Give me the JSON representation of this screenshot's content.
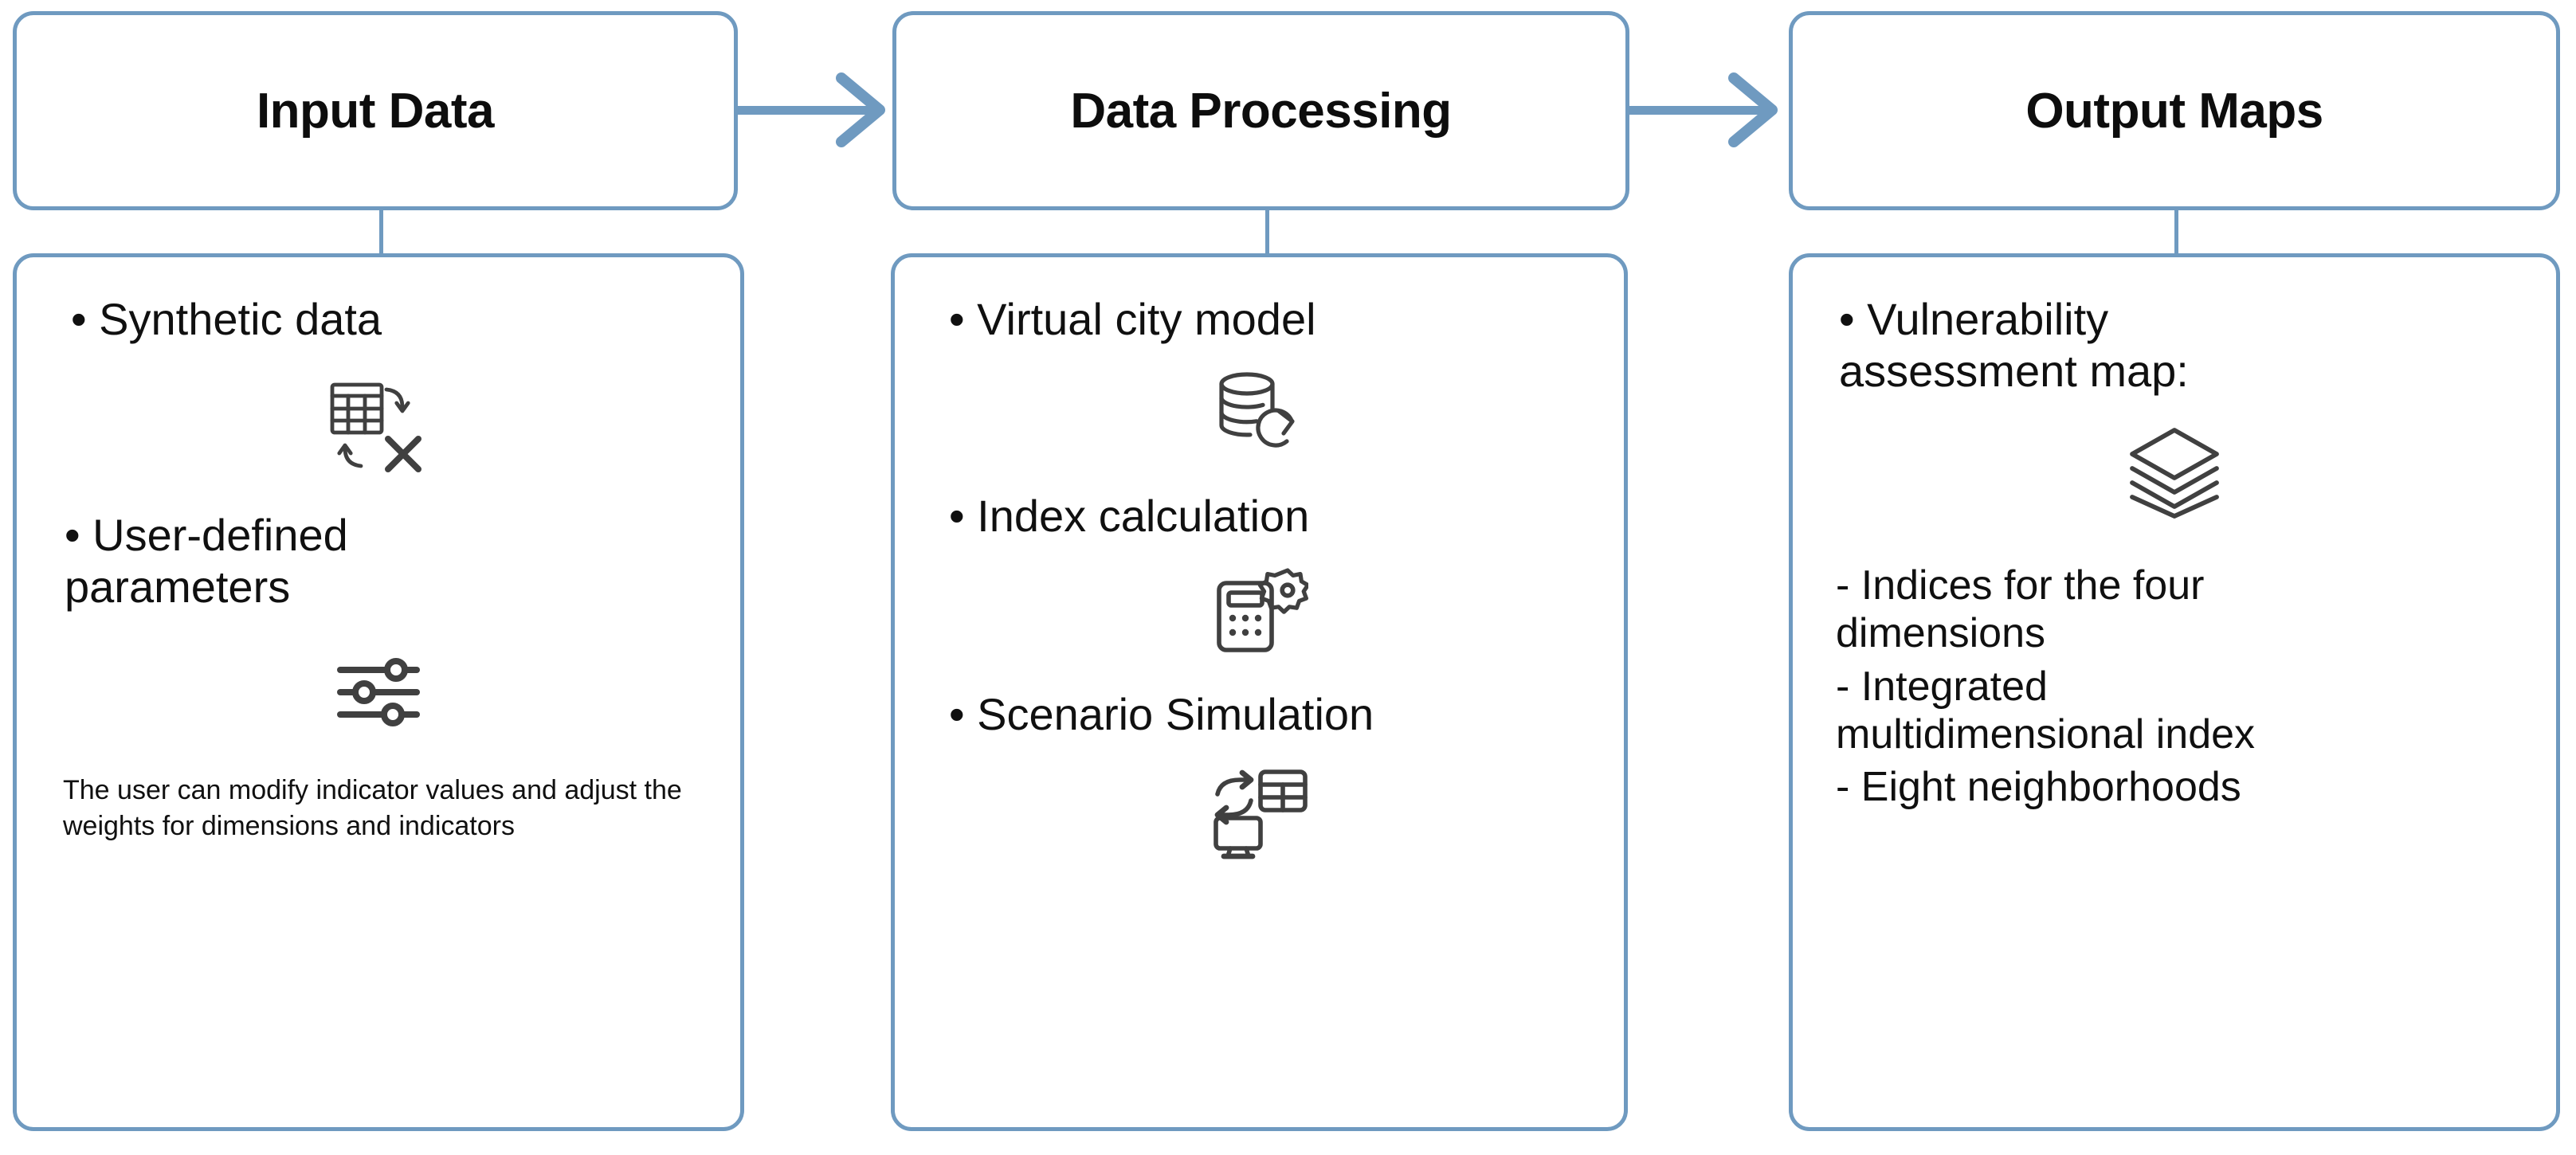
{
  "diagram": {
    "type": "flowchart",
    "orientation": "left-to-right",
    "accent_color": "#6f9ac0",
    "text_color": "#101010",
    "icon_color": "#404040",
    "stages": [
      {
        "id": "input-data",
        "header": "Input Data",
        "bullets": [
          {
            "text": "• Synthetic data",
            "icon": "spreadsheet-exchange-icon"
          },
          {
            "text": "• User-defined\nparameters",
            "icon": "sliders-icon"
          }
        ],
        "note": "The user can modify indicator values and adjust the weights for dimensions and indicators"
      },
      {
        "id": "data-processing",
        "header": "Data Processing",
        "bullets": [
          {
            "text": "• Virtual city model",
            "icon": "database-refresh-icon"
          },
          {
            "text": "• Index calculation",
            "icon": "calculator-gear-icon"
          },
          {
            "text": "• Scenario Simulation",
            "icon": "monitor-table-exchange-icon"
          }
        ],
        "note": ""
      },
      {
        "id": "output-maps",
        "header": "Output Maps",
        "bullets": [
          {
            "text": "• Vulnerability\nassessment map:",
            "icon": "layers-icon"
          }
        ],
        "sub_items": [
          "- Indices for the four\ndimensions",
          "- Integrated\n   multidimensional index",
          "- Eight neighborhoods"
        ],
        "note": ""
      }
    ],
    "arrows": [
      {
        "from": "input-data",
        "to": "data-processing",
        "glyph": "arrow-right-icon"
      },
      {
        "from": "data-processing",
        "to": "output-maps",
        "glyph": "arrow-right-icon"
      }
    ]
  }
}
